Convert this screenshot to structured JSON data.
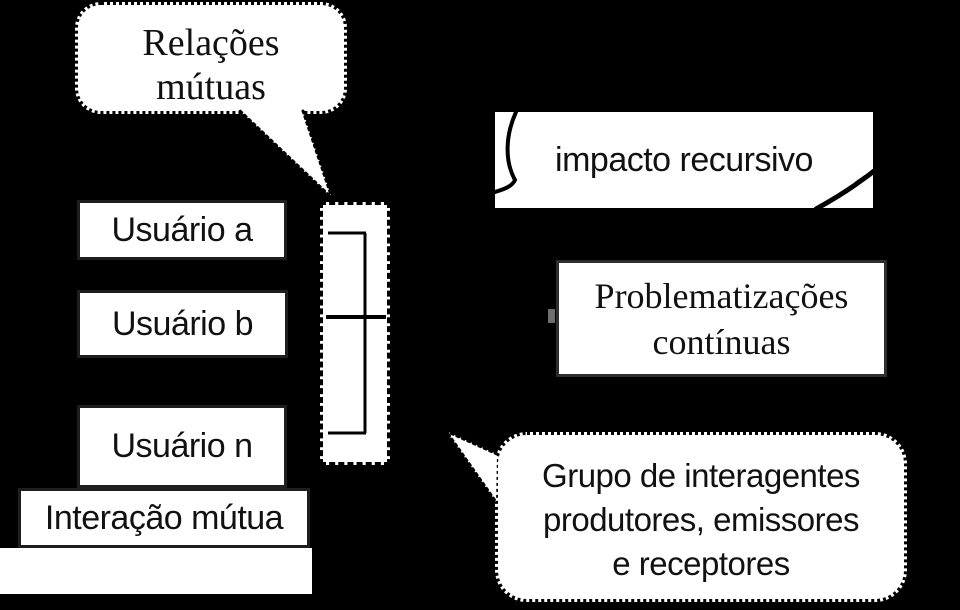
{
  "diagram": {
    "title": "Mutual interaction diagram",
    "bubbles": {
      "relacoes": {
        "text": "Relações\nmútuas"
      },
      "grupo": {
        "text": "Grupo de interagentes\nprodutores, emissores\ne receptores"
      }
    },
    "left_column": {
      "users": [
        {
          "label": "Usuário a"
        },
        {
          "label": "Usuário b"
        },
        {
          "label": "Usuário n"
        }
      ],
      "footer_label": "Interação mútua"
    },
    "banner": {
      "text": "impacto recursivo"
    },
    "problem_box": {
      "text": "Problematizações\ncontínuas"
    },
    "colors": {
      "background": "#000000",
      "shape_fill": "#ffffff",
      "line": "#000000",
      "text": "#111111"
    }
  }
}
